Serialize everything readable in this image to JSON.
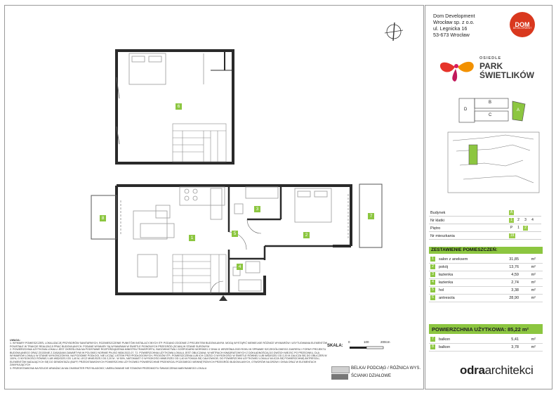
{
  "company": {
    "name": "Dom Development",
    "entity": "Wrocław sp. z o.o.",
    "street": "ul. Legnicka 16",
    "city": "53-673 Wrocław"
  },
  "brand_logo": {
    "text": "DOM",
    "subtext": "DEVELOPMENT",
    "color": "#d9381e"
  },
  "project_logo": {
    "line1": "OSIEDLE",
    "line2": "PARK",
    "line3": "ŚWIETLIKÓW"
  },
  "site_plan": {
    "buildings": [
      "B",
      "C",
      "D",
      "A"
    ]
  },
  "apartment_info": {
    "rows": [
      {
        "label": "Budynek",
        "cells": [
          "A"
        ],
        "active": [
          0
        ]
      },
      {
        "label": "Nr klatki",
        "cells": [
          "1",
          "2",
          "3",
          "4"
        ],
        "active": [
          0
        ]
      },
      {
        "label": "Piętro",
        "cells": [
          "P",
          "1",
          "2"
        ],
        "active": [
          2
        ]
      },
      {
        "label": "Nr mieszkania",
        "cells": [
          "19"
        ],
        "active": [
          0
        ]
      }
    ]
  },
  "rooms_header": "ZESTAWIENIE POMIESZCZEŃ:",
  "rooms": [
    {
      "num": "1",
      "name": "salon z aneksem",
      "area": "31,85",
      "unit": "m²"
    },
    {
      "num": "2",
      "name": "pokój",
      "area": "13,76",
      "unit": "m²"
    },
    {
      "num": "3",
      "name": "łazienka",
      "area": "4,59",
      "unit": "m²"
    },
    {
      "num": "4",
      "name": "łazienka",
      "area": "2,74",
      "unit": "m²"
    },
    {
      "num": "5",
      "name": "hol",
      "area": "3,38",
      "unit": "m²"
    },
    {
      "num": "6",
      "name": "antresola",
      "area": "28,90",
      "unit": "m²"
    }
  ],
  "total": {
    "label": "POWIERZCHNIA UŻYTKOWA:",
    "value": "85,22 m²"
  },
  "extras": [
    {
      "num": "7",
      "name": "balkon",
      "area": "5,41",
      "unit": "m²"
    },
    {
      "num": "8",
      "name": "balkon",
      "area": "3,78",
      "unit": "m²"
    }
  ],
  "plan_labels": {
    "upper": [
      "6"
    ],
    "lower": [
      "1",
      "2",
      "3",
      "4",
      "5",
      "7",
      "8"
    ]
  },
  "notes": {
    "title": "UWAGA:",
    "items": [
      "1. WYMIARY POMIESZCZEŃ, LOKALIZACJĘ PRZYBORÓW SANITARNYCH, ROZMIESZCZENIE PUNKTÓW INSTALACYJNYCH ITP. PODANO ZGODNIE Z PROJEKTEM BUDOWLANYM. MOGĄ WYSTĄPIĆ NIEWIELKIE RÓŻNICE WYMIARÓW I USYTUOWANIA ELEMENTÓW POWSTAŁE W TRAKCIE REALIZACJI PRAC BUDOWLANYCH. PODANE WYMIARY SĄ WYMIARAMI W ŚWIETLE PIONOWYCH PRZEGRÓD (SCIAN) W STANIE SUROWYM",
      "2. POWIERZCHNIA UŻYTKOWA LOKALU JEST OKREŚLONA NA PODSTAWIE ROZPORZĄDZENIA MINISTRA TRANSPORTU, BUDOWNICTWA I GOSPODARKI MORSKIEJ Z DNIA 11 WRZEŚNIA 2020 ROKU W SPRAWIE SZCZEGÓŁOWEGO ZAKRESU I FORMY PROJEKTU BUDOWLANEGO ORAZ ZGODNIE Z ZASADAMI ZAWARTYMI W POLSKIEJ NORMIE PN-ISO 9836:2022-07. TJ. POWIERZCHNIA UŻYTKOWA LOKALU JEST OBLICZANA: W METRACH KWADRATOWYCH Z DOKŁADNOŚCIĄ DO DWÓCH MIEJSC PO PRZECINKU, DLA WYMIARÓW LOKALU W STANIE WYKOŃCZONYM, NA POZIOMIE PODŁOGI, NIE LICZĄC LISTEW PRZYPODŁOGOWYCH, PROGÓW ITP.; POMIESZCZENIA LUB ICH CZĘŚCI O WYSOKOŚCI W ŚWIETLE RÓWNEJ LUB WIĘKSZEJ OD 2,20 M ZALICZA SIĘ DO OBLICZEŃ W 100%, O WYSOKOŚCI RÓWNEJ LUB WIĘKSZEJ OD 1,40 M, LECZ MNIEJSZEJ OD 2,20 M - W 50%, NATOMIAST O WYSOKOŚCI MNIEJSZEJ OD 1,40 M POMIJA SIĘ CAŁKOWICIE; DO POWIERZCHNI UŻYTKOWEJ LOKALU WLICZA SIĘ POWIERZCHNIĘ ANTRESOLI, ELEMENTÓW NADAJĄCYCH SIĘ DO DEMONTAŻU (BUFF, PRZEDSTAWIONYCH POWIERZCHNI UŻYTKOWEJ POWIERZCHNIE PRZEKROJU POZIOMEGO WEWNĘTRZNYCH PRZEGRÓD BUDOWLANYCH, OTWORÓW NA DRZWI I OKNA ORAZ W ELEMENTACH ZAMYKAJĄCYCH",
      "3. PRZEDSTAWIONA NA RZUCIE ARANŻACJA MA CHARAKTER PRZYKŁADOWY, UMEBLOWANIE NIE STANOWI PRZEDMIOTU ŚWIADCZENIA NABYWANEGO LOKALU"
    ]
  },
  "scale": {
    "label": "SKALA:",
    "ticks": [
      "0",
      "100",
      "200cm"
    ]
  },
  "legend": [
    {
      "label": "BELKA/ PODCIĄG / RÓŻNICA WYS.",
      "color": "#bdbdbd"
    },
    {
      "label": "ŚCIANKI DZIAŁOWE",
      "color": "#777777"
    }
  ],
  "architect": {
    "part1": "odra",
    "part2": "architekci"
  },
  "colors": {
    "accent": "#8cc640",
    "wall": "#2a2a2a",
    "furniture": "#b9b9b9"
  }
}
